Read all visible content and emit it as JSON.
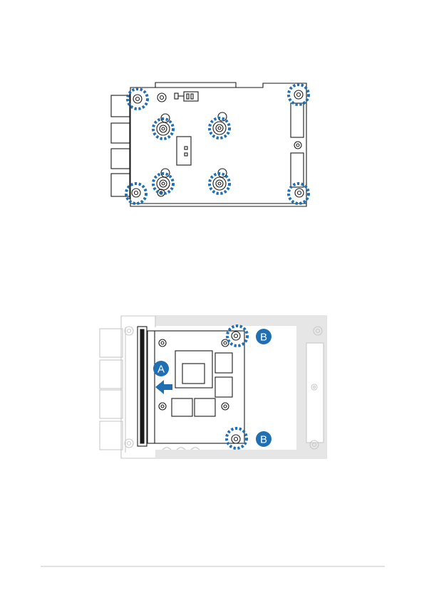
{
  "figure1": {
    "screw_markers": 8
  },
  "figure2": {
    "callout_a": "A",
    "callout_b_top": "B",
    "callout_b_bottom": "B"
  },
  "colors": {
    "outline": "#1a1a1a",
    "accent": "#1f6fb2",
    "faded": "#c8c8c8",
    "faded_fill": "#e6e6e6"
  }
}
